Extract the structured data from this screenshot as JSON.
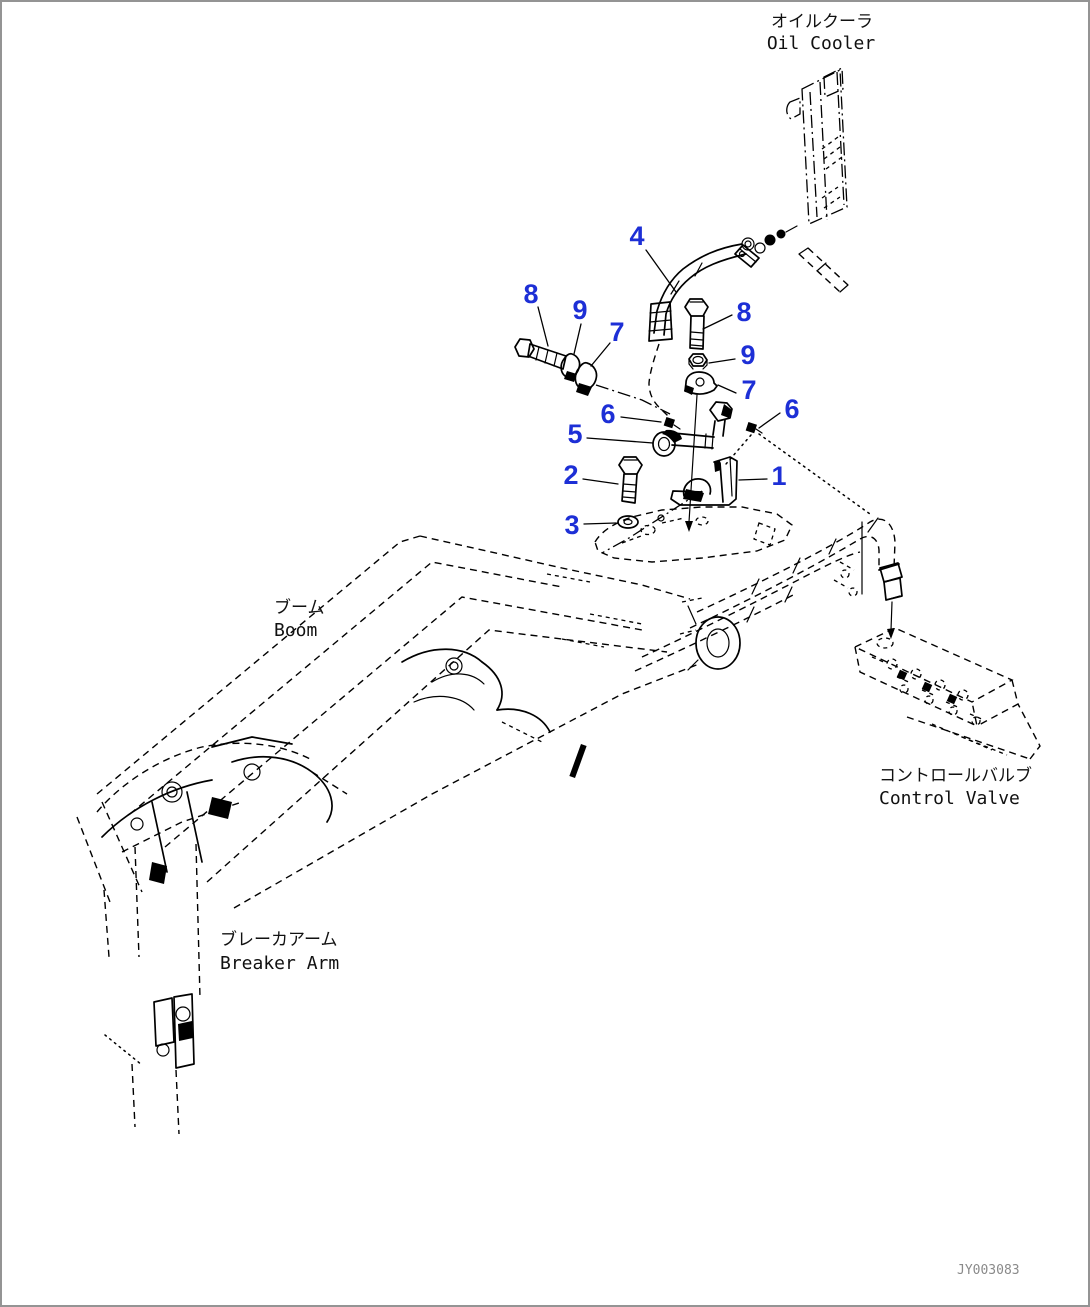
{
  "page": {
    "background": "#ffffff",
    "border_color": "#949494",
    "line_color": "#000000",
    "callout_color": "#1d2fd6",
    "watermark_color": "#8a8a8a",
    "drawing_id": "JY003083"
  },
  "labels": {
    "oil_cooler_jp": "オイルクーラ",
    "oil_cooler_en": "Oil Cooler",
    "boom_jp": "ブーム",
    "boom_en": "Boom",
    "breaker_arm_jp": "ブレーカアーム",
    "breaker_arm_en": "Breaker Arm",
    "control_valve_jp": "コントロールバルブ",
    "control_valve_en": "Control Valve"
  },
  "callouts": [
    {
      "label": "4"
    },
    {
      "label": "8"
    },
    {
      "label": "9"
    },
    {
      "label": "7"
    },
    {
      "label": "8"
    },
    {
      "label": "9"
    },
    {
      "label": "7"
    },
    {
      "label": "6"
    },
    {
      "label": "6"
    },
    {
      "label": "5"
    },
    {
      "label": "2"
    },
    {
      "label": "1"
    },
    {
      "label": "3"
    }
  ]
}
